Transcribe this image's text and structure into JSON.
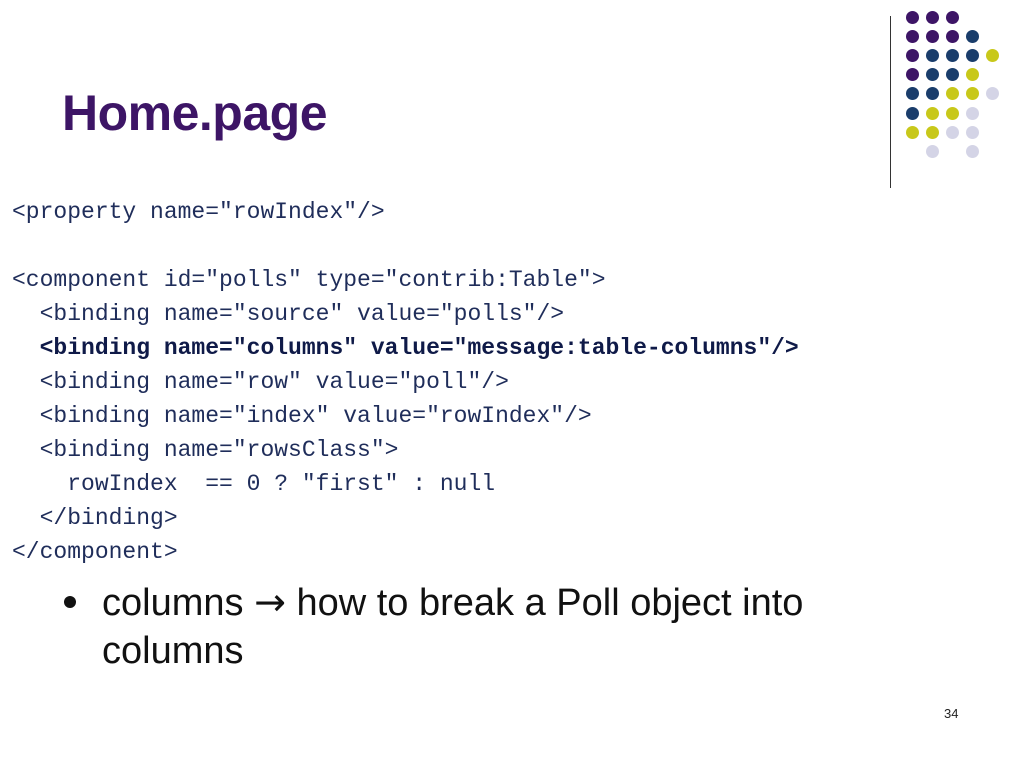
{
  "slide": {
    "title": "Home.page",
    "page_number": "34"
  },
  "code_lines": [
    {
      "text": "<property name=\"rowIndex\"/>",
      "bold": false
    },
    {
      "text": "",
      "bold": false
    },
    {
      "text": "<component id=\"polls\" type=\"contrib:Table\">",
      "bold": false
    },
    {
      "text": "  <binding name=\"source\" value=\"polls\"/>",
      "bold": false
    },
    {
      "text": "  <binding name=\"columns\" value=\"message:table-columns\"/>",
      "bold": true
    },
    {
      "text": "  <binding name=\"row\" value=\"poll\"/>",
      "bold": false
    },
    {
      "text": "  <binding name=\"index\" value=\"rowIndex\"/>",
      "bold": false
    },
    {
      "text": "  <binding name=\"rowsClass\">",
      "bold": false
    },
    {
      "text": "    rowIndex  == 0 ? \"first\" : null",
      "bold": false
    },
    {
      "text": "  </binding>",
      "bold": false
    },
    {
      "text": "</component>",
      "bold": false
    }
  ],
  "bullet": {
    "term": "columns",
    "arrow": "→",
    "text": "how to break a Poll object into columns"
  },
  "decoration": {
    "icon": "dot-grid-decoration",
    "colors": {
      "purple": "#3d1566",
      "navy": "#1a3d6b",
      "olive": "#c8c81a",
      "lavender": "#d4d4e6"
    },
    "grid": [
      [
        "purple",
        "purple",
        "purple",
        null,
        null
      ],
      [
        "purple",
        "purple",
        "purple",
        "navy",
        null
      ],
      [
        "purple",
        "navy",
        "navy",
        "navy",
        "olive"
      ],
      [
        "purple",
        "navy",
        "navy",
        "olive",
        null
      ],
      [
        "navy",
        "navy",
        "olive",
        "olive",
        "lavender"
      ],
      [
        "navy",
        "olive",
        "olive",
        "lavender",
        null
      ],
      [
        "olive",
        "olive",
        "lavender",
        "lavender",
        null
      ],
      [
        null,
        "lavender",
        null,
        "lavender",
        null
      ]
    ]
  }
}
